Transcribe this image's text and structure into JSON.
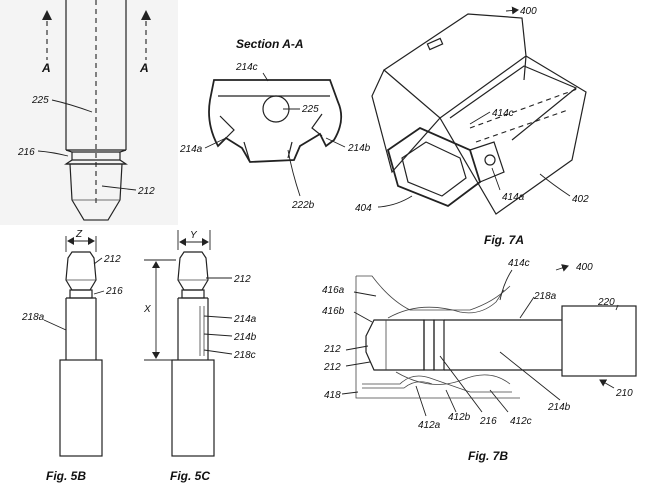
{
  "section_title": "Section A-A",
  "figures": {
    "fig5b": "Fig. 5B",
    "fig5c": "Fig. 5C",
    "fig7a": "Fig. 7A",
    "fig7b": "Fig. 7B"
  },
  "section_marks": {
    "left": "A",
    "right": "A"
  },
  "dims": {
    "z": "Z",
    "y": "Y",
    "x": "X"
  },
  "refs": {
    "r225_top": "225",
    "r216_top": "216",
    "r212_top": "212",
    "r214c_sec": "214c",
    "r225_sec": "225",
    "r214a_sec": "214a",
    "r214b_sec": "214b",
    "r222b": "222b",
    "r400_top": "400",
    "r414c_top": "414c",
    "r404": "404",
    "r414a_top": "414a",
    "r402": "402",
    "r212_5b": "212",
    "r216_5b": "216",
    "r218a_5b": "218a",
    "r212_5c": "212",
    "r214a_5c": "214a",
    "r214b_5c": "214b",
    "r218c_5c": "218c",
    "r414c_7b": "414c",
    "r400_7b": "400",
    "r416a": "416a",
    "r218a_7b": "218a",
    "r220": "220",
    "r416b": "416b",
    "r212_7b_a": "212",
    "r212_7b_b": "212",
    "r418": "418",
    "r412a": "412a",
    "r412b": "412b",
    "r216_7b": "216",
    "r412c": "412c",
    "r214b_7b": "214b",
    "r210": "210"
  }
}
